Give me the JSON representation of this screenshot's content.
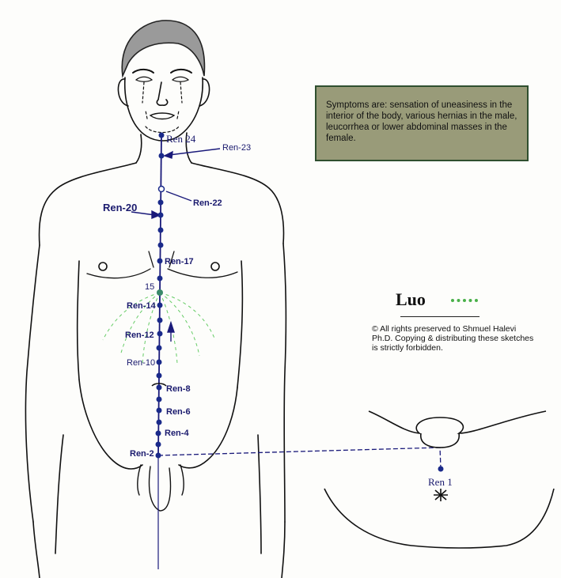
{
  "symptoms_text": "Symptoms are: sensation of uneasiness in the interior of the body, various hernias in the male, leucorrhea or lower abdominal masses in the female.",
  "legend": {
    "title": "Luo",
    "line_color": "#49b049"
  },
  "copyright": "© All rights preserved to Shmuel Halevi Ph.D. Copying & distributing these sketches is strictly forbidden.",
  "points": {
    "ren24": "Ren 24",
    "ren23": "Ren-23",
    "ren22": "Ren-22",
    "ren20": "Ren-20",
    "ren17": "Ren-17",
    "ren15": "15",
    "ren14": "Ren-14",
    "ren12": "Ren-12",
    "ren10": "Ren-10",
    "ren8": "Ren-8",
    "ren6": "Ren-6",
    "ren4": "Ren-4",
    "ren2": "Ren-2",
    "ren1": "Ren 1"
  },
  "colors": {
    "meridian": "#1a1a7a",
    "point": "#1a2a8a",
    "luo_point": "#3a8a6a",
    "luo_lines": "#66cc66",
    "outline": "#111111"
  }
}
